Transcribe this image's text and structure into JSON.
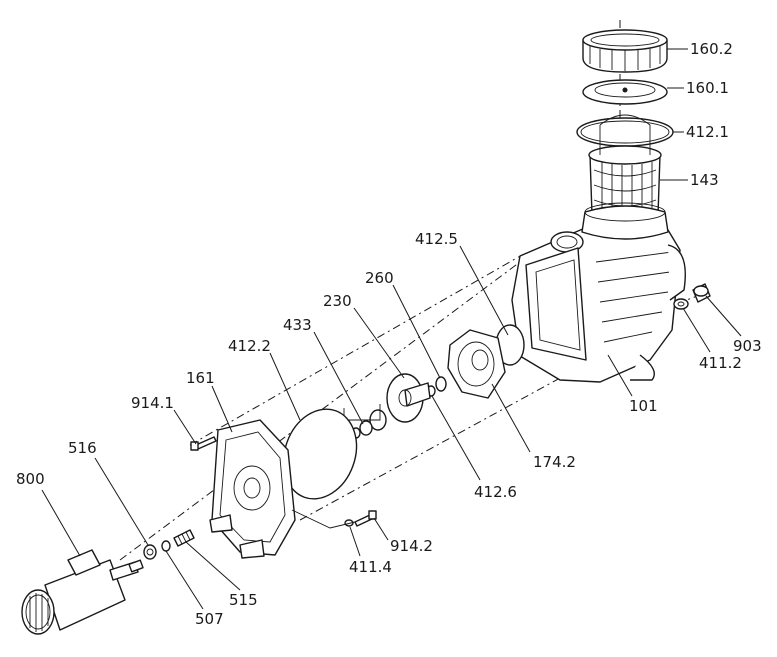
{
  "diagram": {
    "parts": {
      "p160_2": "160.2",
      "p160_1": "160.1",
      "p412_1": "412.1",
      "p143": "143",
      "p412_5": "412.5",
      "p260": "260",
      "p230": "230",
      "p433": "433",
      "p412_2": "412.2",
      "p161": "161",
      "p914_1": "914.1",
      "p516": "516",
      "p800": "800",
      "p903": "903",
      "p411_2": "411.2",
      "p101": "101",
      "p174_2": "174.2",
      "p412_6": "412.6",
      "p914_2": "914.2",
      "p411_4": "411.4",
      "p515": "515",
      "p507": "507"
    }
  }
}
